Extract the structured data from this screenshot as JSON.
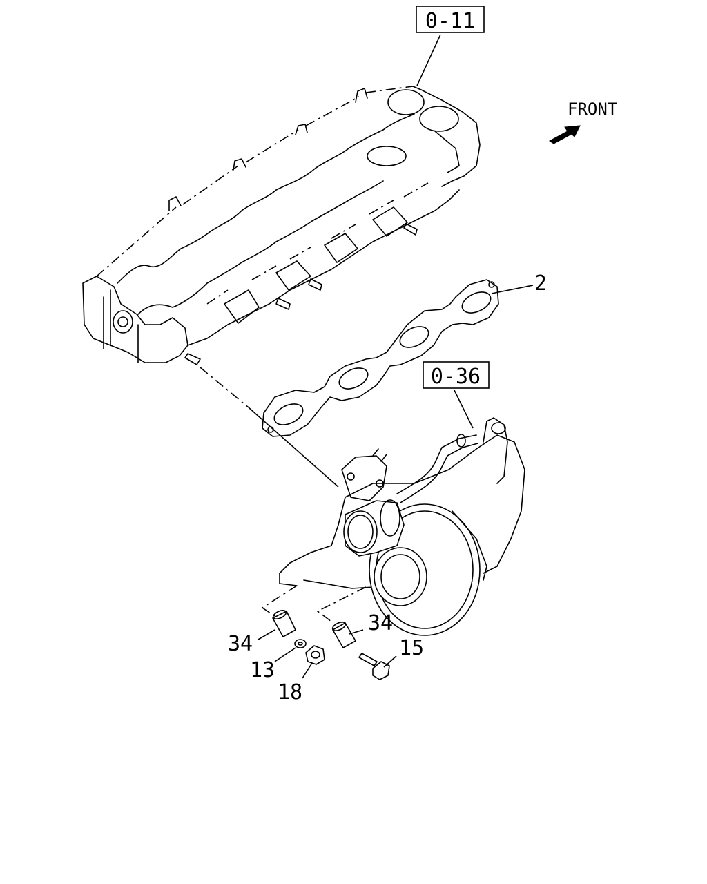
{
  "refs": {
    "cylinder_head": "0-11",
    "turbocharger": "0-36"
  },
  "direction": {
    "label": "FRONT",
    "arrow_icon": "arrow-icon"
  },
  "callouts": {
    "gasket": "2",
    "stud_left": "34",
    "stud_right": "34",
    "washer": "13",
    "nut": "18",
    "bolt": "15"
  }
}
